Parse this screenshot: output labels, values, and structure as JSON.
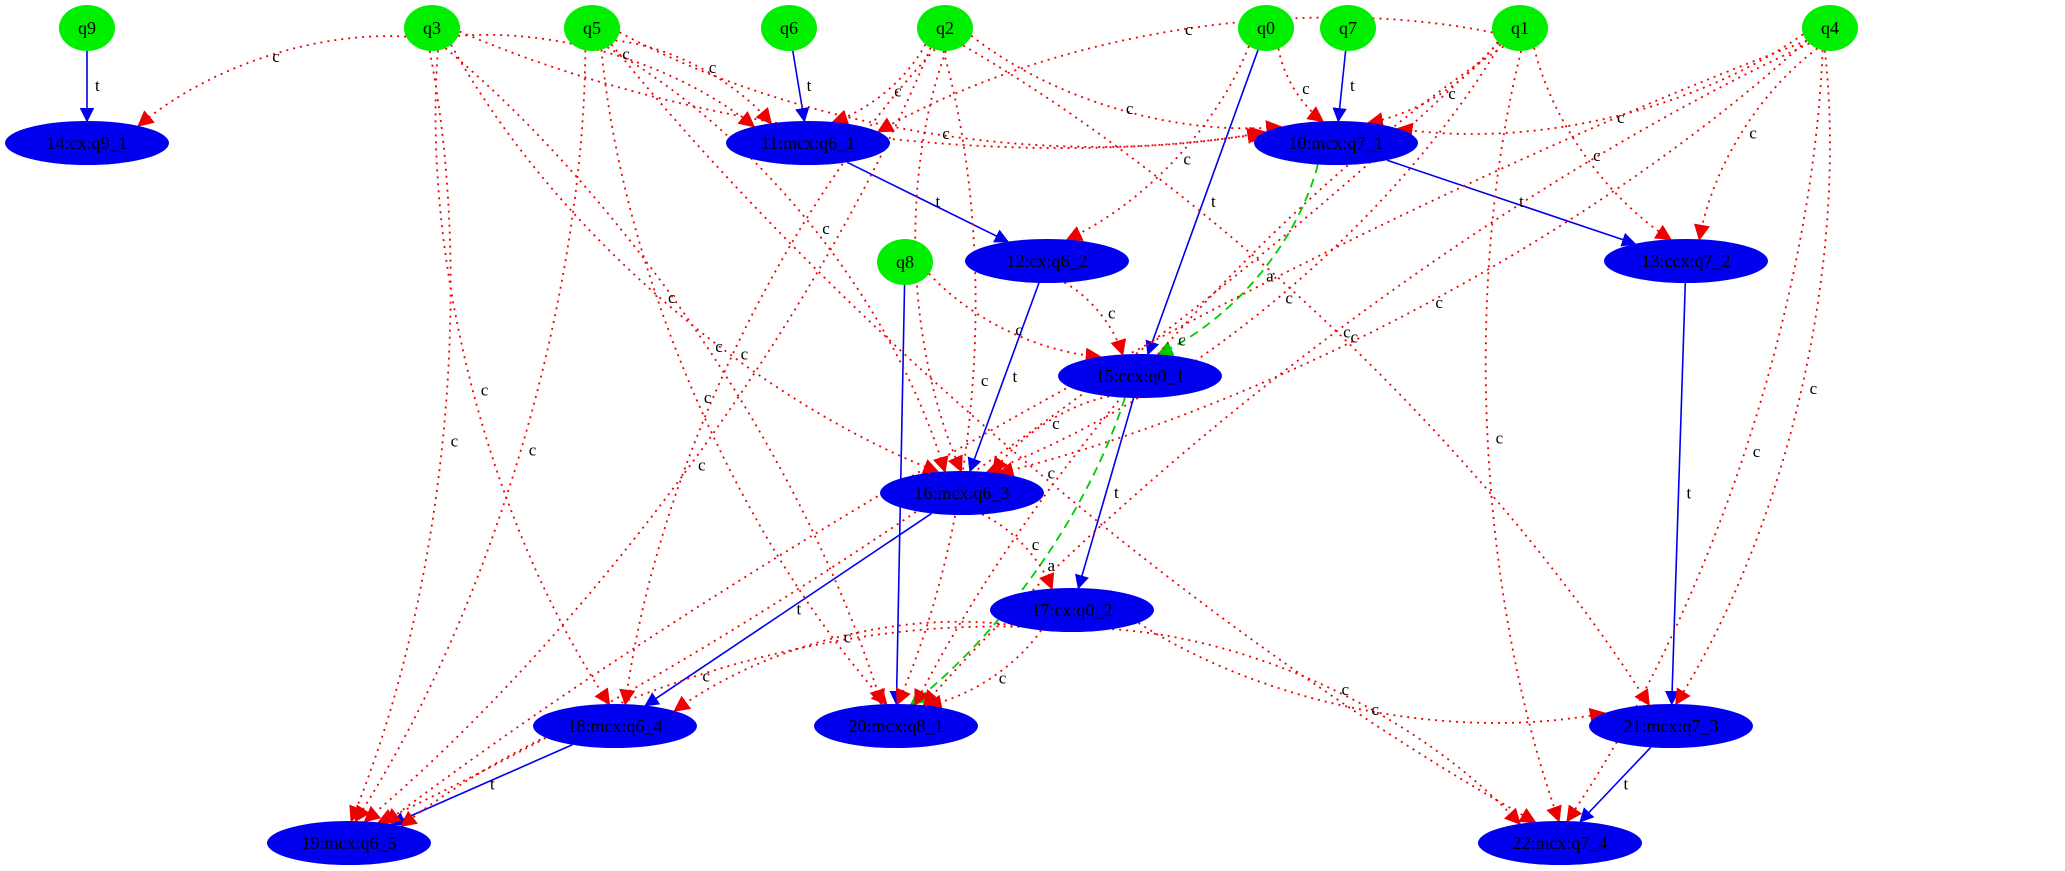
{
  "colors": {
    "input_node": "#00ee00",
    "gate_node": "#0000ee",
    "t_edge": "#0000ee",
    "c_edge": "#ee0000",
    "a_edge": "#00cc00",
    "label": "#000000"
  },
  "nodes": [
    {
      "id": "q9",
      "label": "q9",
      "kind": "input"
    },
    {
      "id": "q3",
      "label": "q3",
      "kind": "input"
    },
    {
      "id": "q5",
      "label": "q5",
      "kind": "input"
    },
    {
      "id": "q6",
      "label": "q6",
      "kind": "input"
    },
    {
      "id": "q2",
      "label": "q2",
      "kind": "input"
    },
    {
      "id": "q0",
      "label": "q0",
      "kind": "input"
    },
    {
      "id": "q7",
      "label": "q7",
      "kind": "input"
    },
    {
      "id": "q1",
      "label": "q1",
      "kind": "input"
    },
    {
      "id": "q4",
      "label": "q4",
      "kind": "input"
    },
    {
      "id": "q8",
      "label": "q8",
      "kind": "input"
    },
    {
      "id": "n14",
      "label": "14:cx:q9_1",
      "kind": "gate"
    },
    {
      "id": "n11",
      "label": "11:mcx:q6_1",
      "kind": "gate"
    },
    {
      "id": "n10",
      "label": "10:mcx:q7_1",
      "kind": "gate"
    },
    {
      "id": "n12",
      "label": "12:cx:q6_2",
      "kind": "gate"
    },
    {
      "id": "n13",
      "label": "13:ccx:q7_2",
      "kind": "gate"
    },
    {
      "id": "n15",
      "label": "15:ccx:q0_1",
      "kind": "gate"
    },
    {
      "id": "n16",
      "label": "16:mcx:q6_3",
      "kind": "gate"
    },
    {
      "id": "n17",
      "label": "17:cx:q0_2",
      "kind": "gate"
    },
    {
      "id": "n18",
      "label": "18:mcx:q6_4",
      "kind": "gate"
    },
    {
      "id": "n20",
      "label": "20:mcx:q8_1",
      "kind": "gate"
    },
    {
      "id": "n21",
      "label": "21:mcx:q7_3",
      "kind": "gate"
    },
    {
      "id": "n19",
      "label": "19:mcx:q6_5",
      "kind": "gate"
    },
    {
      "id": "n22",
      "label": "22:mcx:q7_4",
      "kind": "gate"
    }
  ],
  "edges": [
    {
      "from": "q9",
      "to": "n14",
      "type": "t",
      "label": "t"
    },
    {
      "from": "q6",
      "to": "n11",
      "type": "t",
      "label": "t"
    },
    {
      "from": "q7",
      "to": "n10",
      "type": "t",
      "label": "t"
    },
    {
      "from": "n11",
      "to": "n12",
      "type": "t",
      "label": "t"
    },
    {
      "from": "n10",
      "to": "n13",
      "type": "t",
      "label": "t"
    },
    {
      "from": "q0",
      "to": "n15",
      "type": "t",
      "label": "t"
    },
    {
      "from": "n12",
      "to": "n16",
      "type": "t",
      "label": "t"
    },
    {
      "from": "n15",
      "to": "n17",
      "type": "t",
      "label": "t"
    },
    {
      "from": "n16",
      "to": "n18",
      "type": "t",
      "label": "t"
    },
    {
      "from": "q8",
      "to": "n20",
      "type": "t",
      "label": "t"
    },
    {
      "from": "n13",
      "to": "n21",
      "type": "t",
      "label": "t"
    },
    {
      "from": "n18",
      "to": "n19",
      "type": "t",
      "label": "t"
    },
    {
      "from": "n21",
      "to": "n22",
      "type": "t",
      "label": "t"
    },
    {
      "from": "n10",
      "to": "n15",
      "type": "a",
      "label": "a"
    },
    {
      "from": "n15",
      "to": "n20",
      "type": "a",
      "label": "a"
    },
    {
      "from": "q3",
      "to": "n14",
      "type": "c",
      "label": "c"
    },
    {
      "from": "q3",
      "to": "n11",
      "type": "c",
      "label": "c"
    },
    {
      "from": "q3",
      "to": "n10",
      "type": "c",
      "label": "c"
    },
    {
      "from": "q3",
      "to": "n19",
      "type": "c",
      "label": "c"
    },
    {
      "from": "q3",
      "to": "n18",
      "type": "c",
      "label": "c"
    },
    {
      "from": "q3",
      "to": "n20",
      "type": "c",
      "label": "c"
    },
    {
      "from": "q3",
      "to": "n16",
      "type": "c",
      "label": "c"
    },
    {
      "from": "q5",
      "to": "n11",
      "type": "c",
      "label": "c"
    },
    {
      "from": "q5",
      "to": "n10",
      "type": "c",
      "label": "c"
    },
    {
      "from": "q5",
      "to": "n19",
      "type": "c",
      "label": "c"
    },
    {
      "from": "q5",
      "to": "n20",
      "type": "c",
      "label": "c"
    },
    {
      "from": "q5",
      "to": "n16",
      "type": "c",
      "label": "c"
    },
    {
      "from": "q5",
      "to": "n22",
      "type": "c",
      "label": "c"
    },
    {
      "from": "q2",
      "to": "n11",
      "type": "c",
      "label": "c"
    },
    {
      "from": "q2",
      "to": "n10",
      "type": "c",
      "label": "c"
    },
    {
      "from": "q2",
      "to": "n19",
      "type": "c",
      "label": "c"
    },
    {
      "from": "q2",
      "to": "n18",
      "type": "c",
      "label": "c"
    },
    {
      "from": "q2",
      "to": "n20",
      "type": "c",
      "label": "c"
    },
    {
      "from": "q2",
      "to": "n16",
      "type": "c",
      "label": "c"
    },
    {
      "from": "q2",
      "to": "n21",
      "type": "c",
      "label": "c"
    },
    {
      "from": "q0",
      "to": "n10",
      "type": "c",
      "label": "c"
    },
    {
      "from": "q0",
      "to": "n12",
      "type": "c",
      "label": "c"
    },
    {
      "from": "q1",
      "to": "n11",
      "type": "c",
      "label": "c"
    },
    {
      "from": "q1",
      "to": "n10",
      "type": "c",
      "label": "c"
    },
    {
      "from": "q1",
      "to": "n13",
      "type": "c",
      "label": "c"
    },
    {
      "from": "q1",
      "to": "n16",
      "type": "c",
      "label": "c"
    },
    {
      "from": "q1",
      "to": "n20",
      "type": "c",
      "label": "c"
    },
    {
      "from": "q1",
      "to": "n19",
      "type": "c",
      "label": "c"
    },
    {
      "from": "q1",
      "to": "n22",
      "type": "c",
      "label": "c"
    },
    {
      "from": "q4",
      "to": "n10",
      "type": "c",
      "label": "c"
    },
    {
      "from": "q4",
      "to": "n13",
      "type": "c",
      "label": "c"
    },
    {
      "from": "q4",
      "to": "n16",
      "type": "c",
      "label": "c"
    },
    {
      "from": "q4",
      "to": "n20",
      "type": "c",
      "label": "c"
    },
    {
      "from": "q4",
      "to": "n21",
      "type": "c",
      "label": "c"
    },
    {
      "from": "q4",
      "to": "n19",
      "type": "c",
      "label": "c"
    },
    {
      "from": "q4",
      "to": "n22",
      "type": "c",
      "label": "c"
    },
    {
      "from": "q8",
      "to": "n15",
      "type": "c",
      "label": "c"
    },
    {
      "from": "n12",
      "to": "n15",
      "type": "c",
      "label": "c"
    },
    {
      "from": "n15",
      "to": "n16",
      "type": "c",
      "label": "c"
    },
    {
      "from": "n16",
      "to": "n17",
      "type": "c",
      "label": "c"
    },
    {
      "from": "n17",
      "to": "n18",
      "type": "c",
      "label": "c"
    },
    {
      "from": "n17",
      "to": "n20",
      "type": "c",
      "label": "c"
    },
    {
      "from": "n17",
      "to": "n21",
      "type": "c",
      "label": "c"
    },
    {
      "from": "n17",
      "to": "n22",
      "type": "c",
      "label": "c"
    },
    {
      "from": "n17",
      "to": "n19",
      "type": "c",
      "label": "c"
    }
  ]
}
